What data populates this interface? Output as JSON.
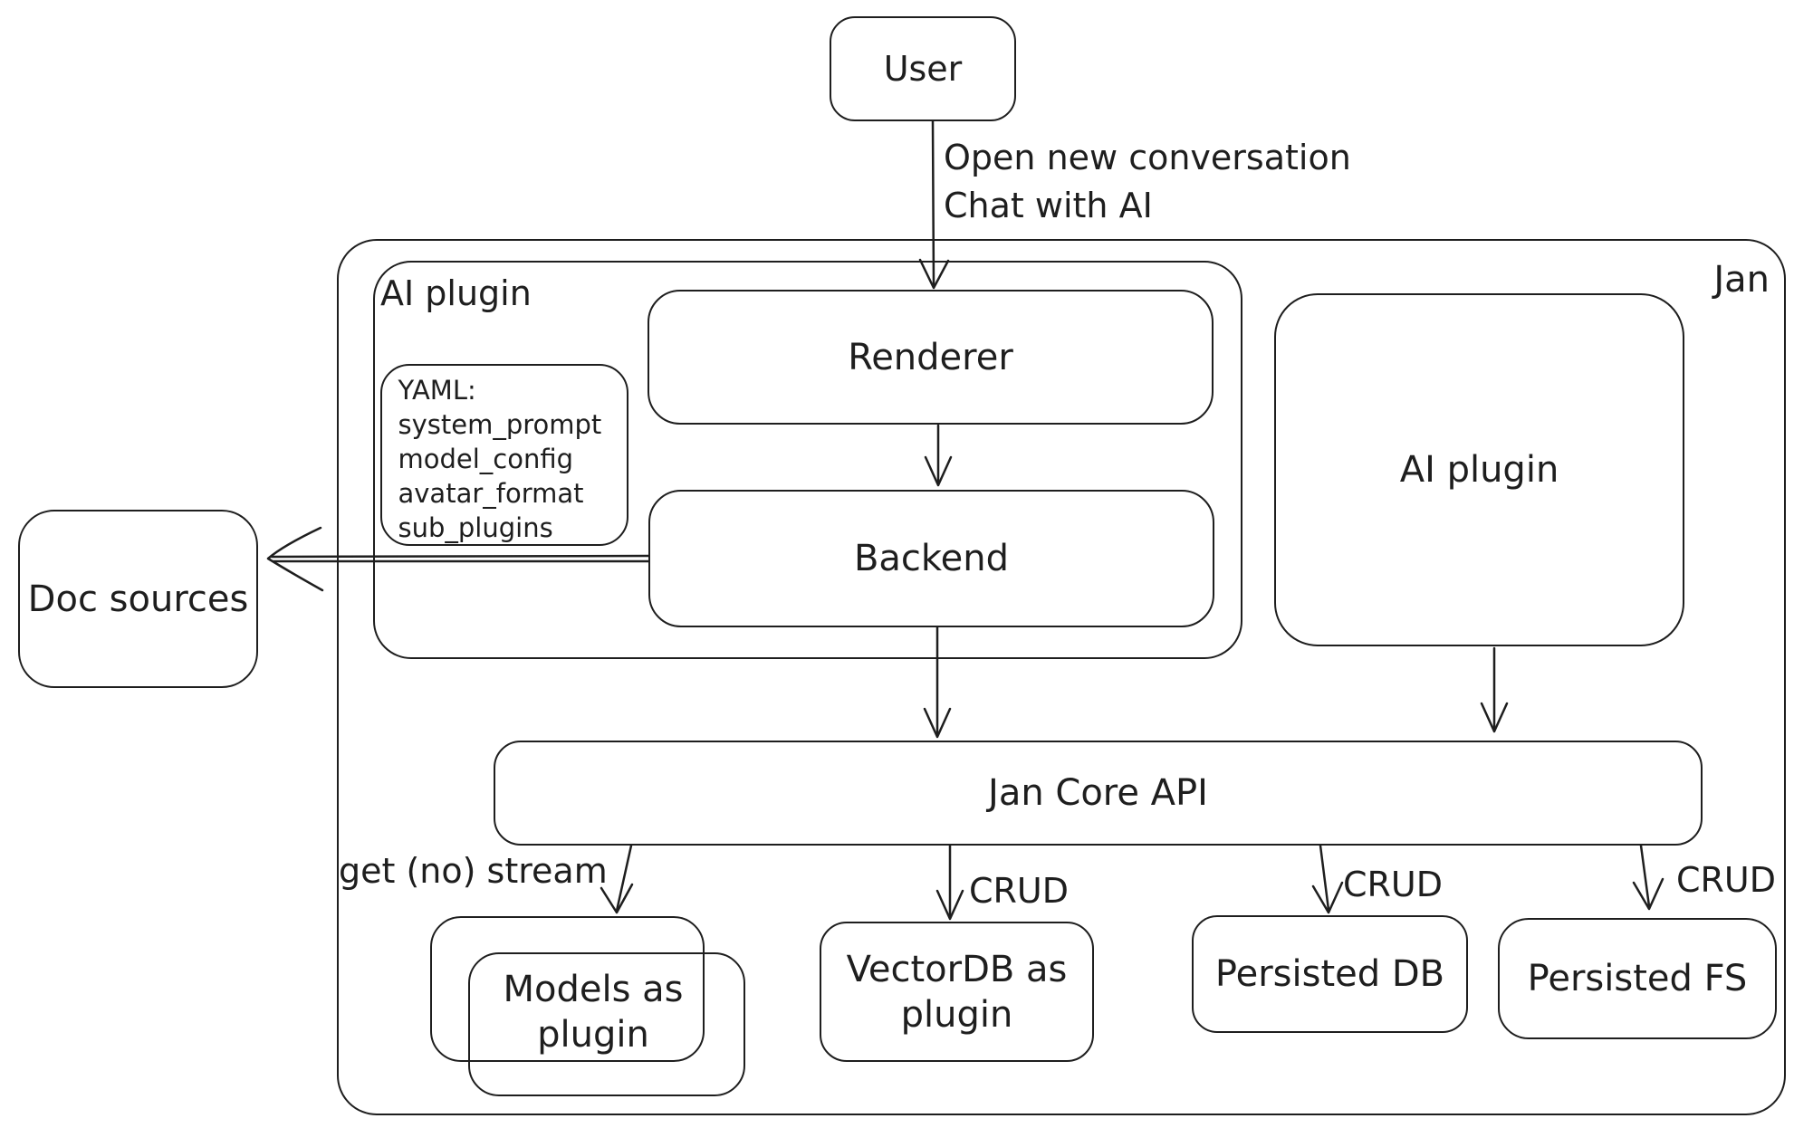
{
  "diagram": {
    "container_label": "Jan",
    "nodes": {
      "user": {
        "label": "User"
      },
      "ai_plugin_left": {
        "label": "AI plugin"
      },
      "yaml_note": {
        "lines": [
          "YAML:",
          "system_prompt",
          "model_config",
          "avatar_format",
          "sub_plugins"
        ]
      },
      "renderer": {
        "label": "Renderer"
      },
      "backend": {
        "label": "Backend"
      },
      "doc_sources": {
        "label": "Doc sources"
      },
      "ai_plugin_right": {
        "label": "AI plugin"
      },
      "jan_core_api": {
        "label": "Jan Core API"
      },
      "models_as_plugin": {
        "lines": [
          "Models as",
          "plugin"
        ]
      },
      "vectordb": {
        "lines": [
          "VectorDB as",
          "plugin"
        ]
      },
      "persisted_db": {
        "label": "Persisted DB"
      },
      "persisted_fs": {
        "label": "Persisted FS"
      }
    },
    "edge_labels": {
      "user_to_renderer": {
        "lines": [
          "Open new conversation",
          "Chat with AI"
        ]
      },
      "core_to_models": {
        "label": "get (no) stream"
      },
      "core_to_vectordb": {
        "label": "CRUD"
      },
      "core_to_persisted_db": {
        "label": "CRUD"
      },
      "core_to_persisted_fs": {
        "label": "CRUD"
      }
    },
    "colors": {
      "stroke": "#1e1e1e",
      "background": "#ffffff"
    }
  }
}
